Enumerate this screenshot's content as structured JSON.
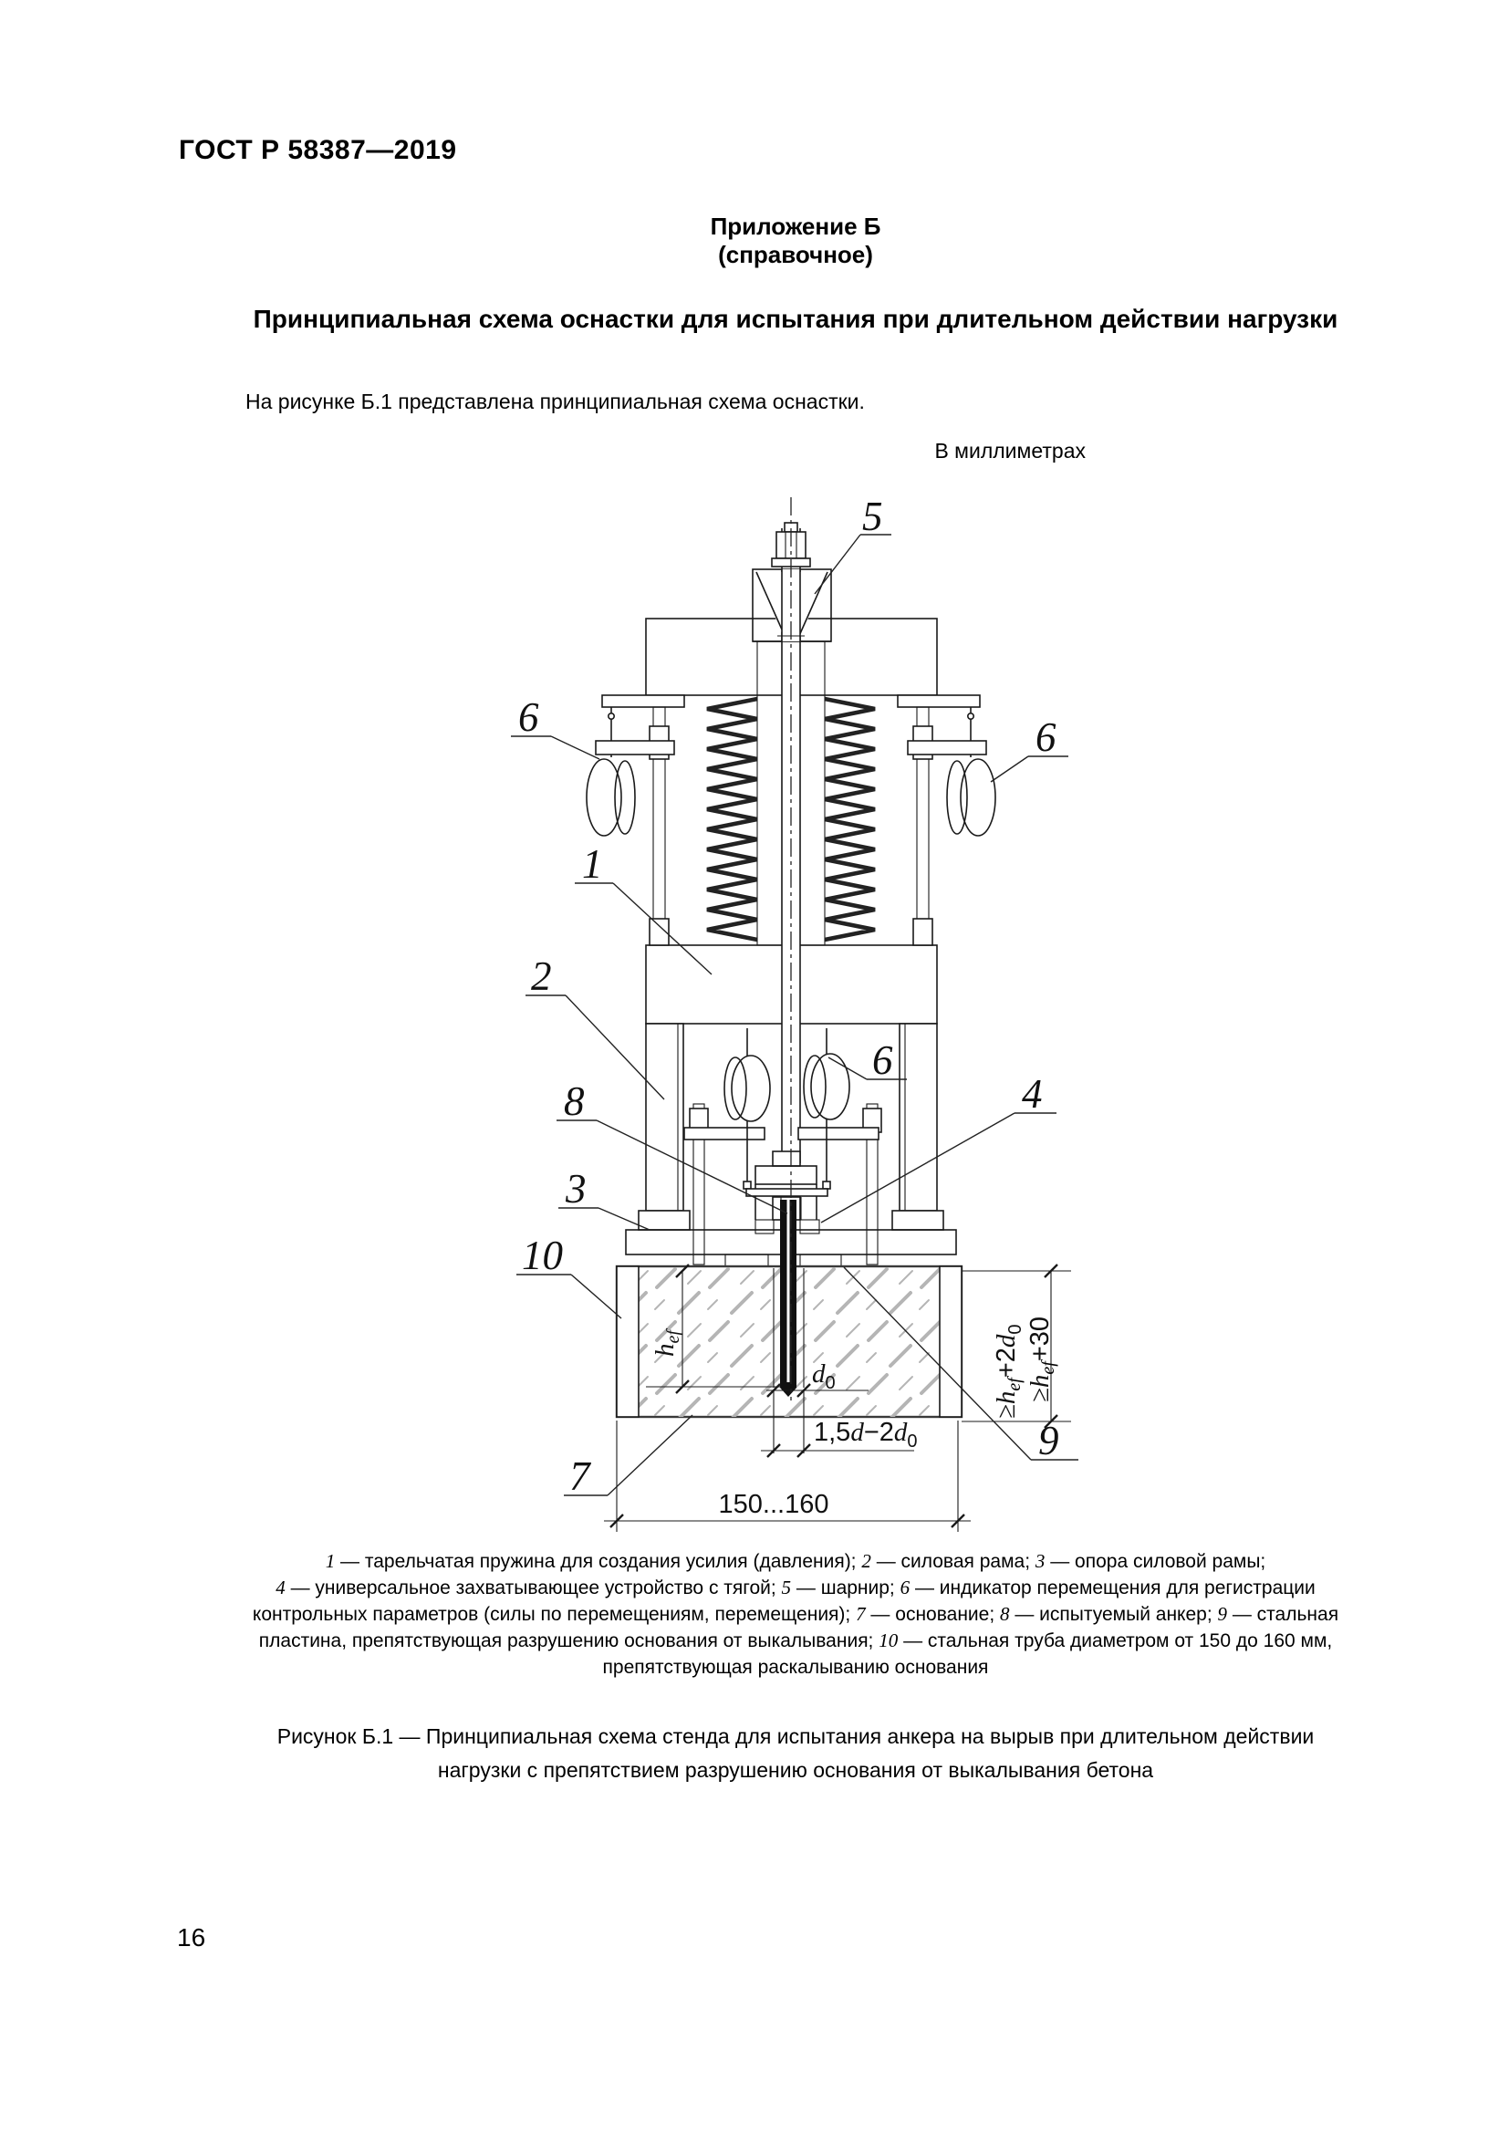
{
  "colors": {
    "paper": "#ffffff",
    "ink": "#000000",
    "line": "#1a1a1a",
    "concrete_streak": "#b5b5b5"
  },
  "page": {
    "standard_code": "ГОСТ Р 58387—2019",
    "page_number": "16"
  },
  "appendix": {
    "label": "Приложение Б",
    "kind": "(справочное)",
    "title": "Принципиальная схема оснастки для испытания при длительном действии нагрузки",
    "intro": "На рисунке Б.1 представлена принципиальная схема оснастки.",
    "units_note": "В миллиметрах"
  },
  "figure": {
    "callouts": {
      "c1": "1",
      "c2": "2",
      "c3": "3",
      "c4": "4",
      "c5": "5",
      "c6": "6",
      "c7": "7",
      "c8": "8",
      "c9": "9",
      "c10": "10"
    },
    "dims": {
      "width_range": "150...160",
      "hole_diameter": {
        "base": "d",
        "sub": "0"
      },
      "embed_depth": {
        "base": "h",
        "sub": "ef"
      },
      "edge_distance": {
        "p1": "1,5",
        "p2": "d",
        "p3": "−2",
        "p4": "d",
        "p5": "0"
      },
      "depth_plus_2d0": {
        "p1": "≥h",
        "p2": "ef",
        "p3": "+2",
        "p4": "d",
        "p5": "0"
      },
      "depth_plus_30": {
        "p1": "≥h",
        "p2": "ef",
        "p3": "+30"
      }
    },
    "legend_lines": [
      [
        {
          "t": "1",
          "em": true
        },
        {
          "t": " — тарельчатая пружина для создания усилия (давления); "
        },
        {
          "t": "2",
          "em": true
        },
        {
          "t": " — силовая рама; "
        },
        {
          "t": "3",
          "em": true
        },
        {
          "t": " — опора силовой рамы;"
        }
      ],
      [
        {
          "t": "4",
          "em": true
        },
        {
          "t": " — универсальное захватывающее устройство с тягой; "
        },
        {
          "t": "5",
          "em": true
        },
        {
          "t": " — шарнир; "
        },
        {
          "t": "6",
          "em": true
        },
        {
          "t": " — индикатор перемещения для регистрации"
        }
      ],
      [
        {
          "t": "контрольных параметров (силы по перемещениям, перемещения); "
        },
        {
          "t": "7",
          "em": true
        },
        {
          "t": " — основание; "
        },
        {
          "t": "8",
          "em": true
        },
        {
          "t": " — испытуемый анкер; "
        },
        {
          "t": "9",
          "em": true
        },
        {
          "t": " — стальная"
        }
      ],
      [
        {
          "t": "пластина, препятствующая разрушению основания от выкалывания; "
        },
        {
          "t": "10",
          "em": true
        },
        {
          "t": " — стальная труба диаметром от 150 до 160 мм,"
        }
      ],
      [
        {
          "t": "препятствующая раскалыванию основания"
        }
      ]
    ],
    "caption_line1": "Рисунок Б.1 — Принципиальная схема стенда для испытания анкера на вырыв при длительном действии",
    "caption_line2": "нагрузки с препятствием разрушению основания от выкалывания бетона"
  }
}
